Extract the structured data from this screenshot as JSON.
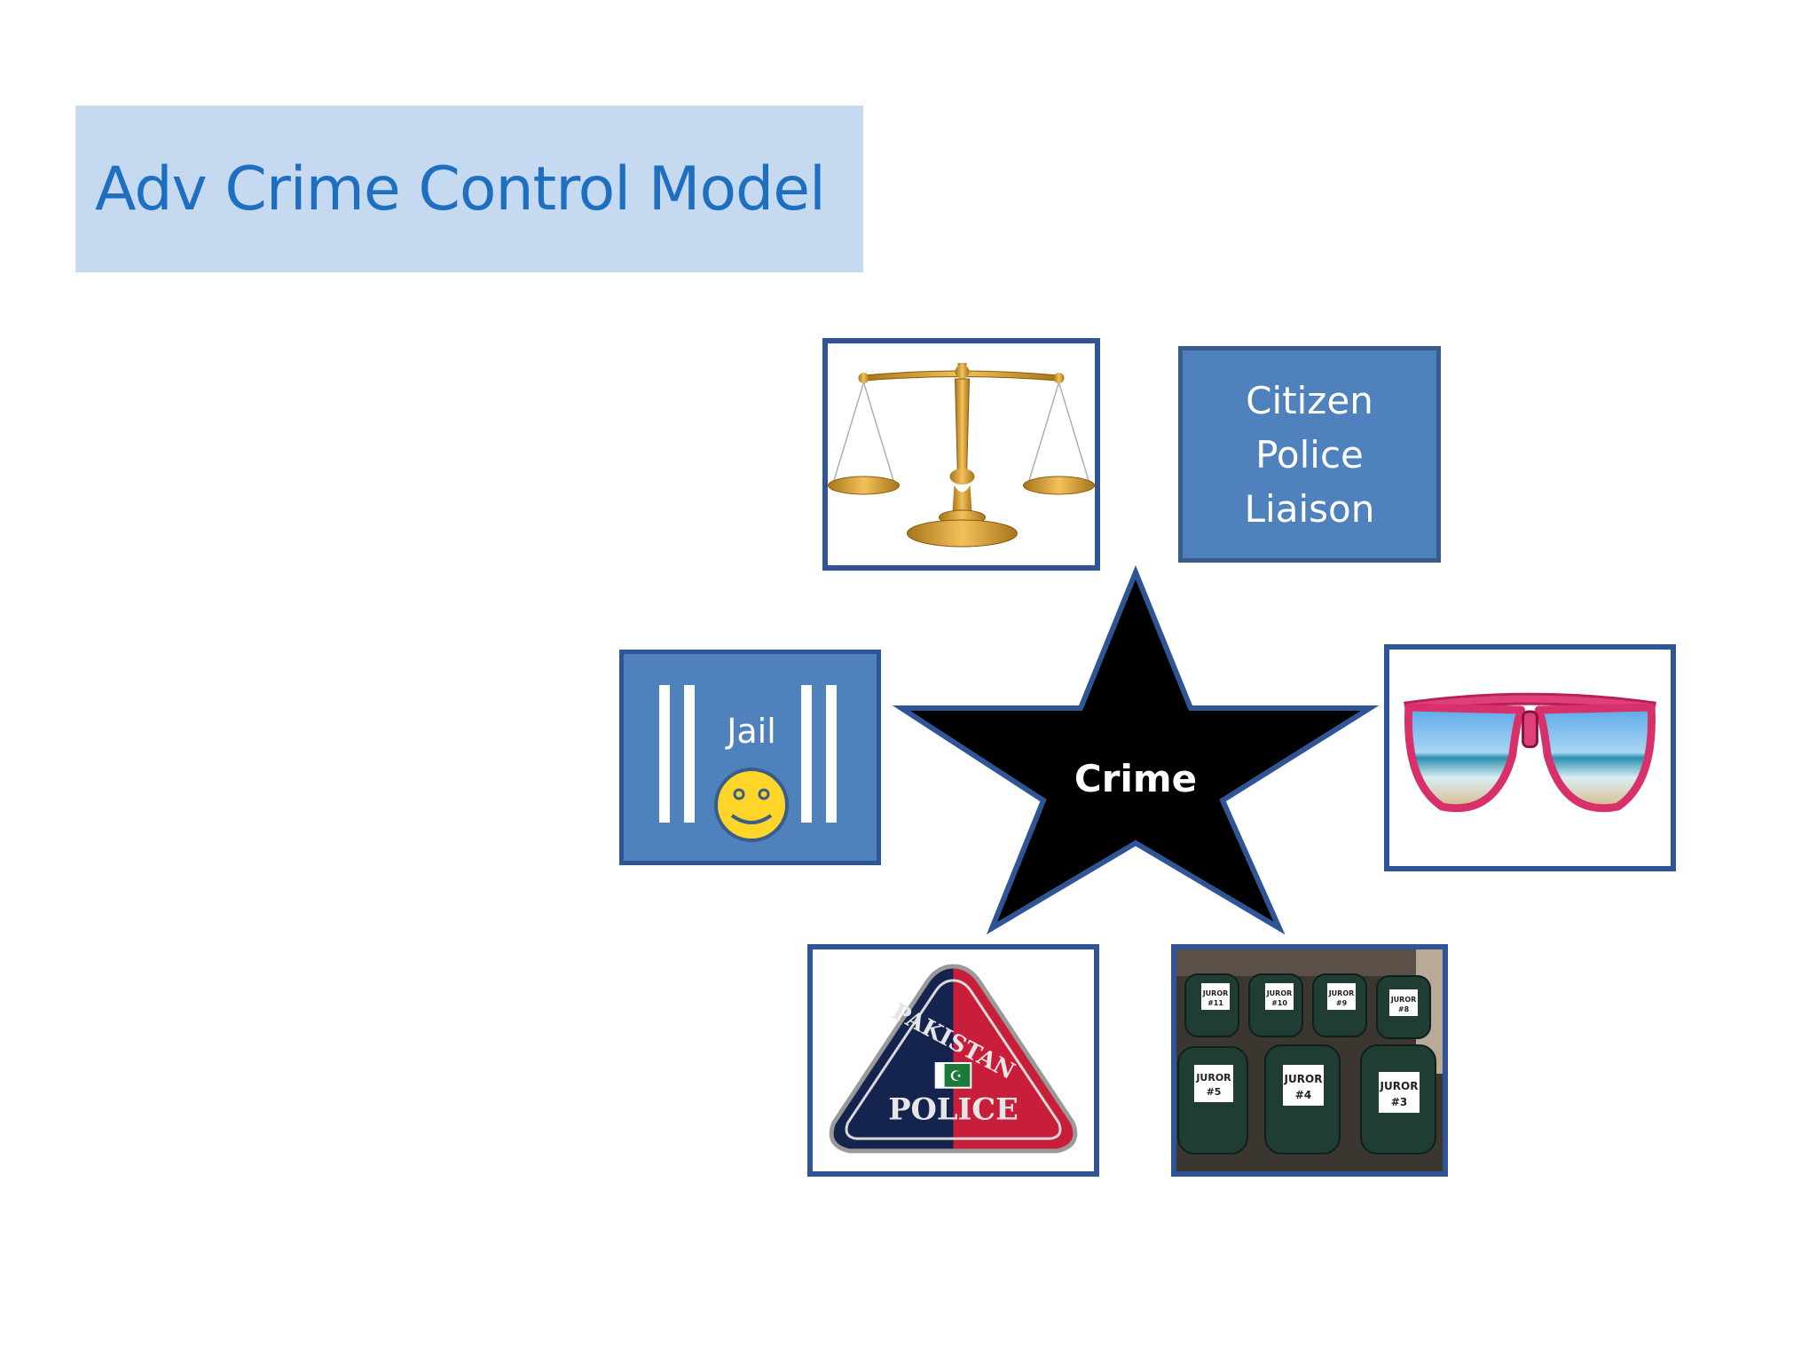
{
  "title": "Adv Crime Control Model",
  "center": {
    "label": "Crime"
  },
  "nodes": {
    "justice_scales": {
      "icon": "scales-of-justice-icon"
    },
    "liaison": {
      "lines": [
        "Citizen",
        "Police",
        "Liaison"
      ]
    },
    "jail": {
      "label": "Jail",
      "icon": "smiley-face-icon"
    },
    "sunglasses": {
      "icon": "sunglasses-icon"
    },
    "police_badge": {
      "icon": "police-badge-icon",
      "badge_top_text": "PAKISTAN",
      "badge_bottom_text": "POLICE"
    },
    "jury_chairs": {
      "icon": "jury-chairs-icon",
      "back_labels": [
        {
          "l1": "JUROR",
          "l2": "#11"
        },
        {
          "l1": "JUROR",
          "l2": "#10"
        },
        {
          "l1": "JUROR",
          "l2": "#9"
        },
        {
          "l1": "JUROR",
          "l2": "#8"
        }
      ],
      "front_labels": [
        {
          "l1": "JUROR",
          "l2": "#5"
        },
        {
          "l1": "JUROR",
          "l2": "#4"
        },
        {
          "l1": "JUROR",
          "l2": "#3"
        }
      ]
    }
  },
  "colors": {
    "title_bg": "#c5d9f1",
    "title_text": "#1f6fc0",
    "box_fill": "#4f81bd",
    "box_border": "#2f5597",
    "star_fill": "#000000"
  }
}
